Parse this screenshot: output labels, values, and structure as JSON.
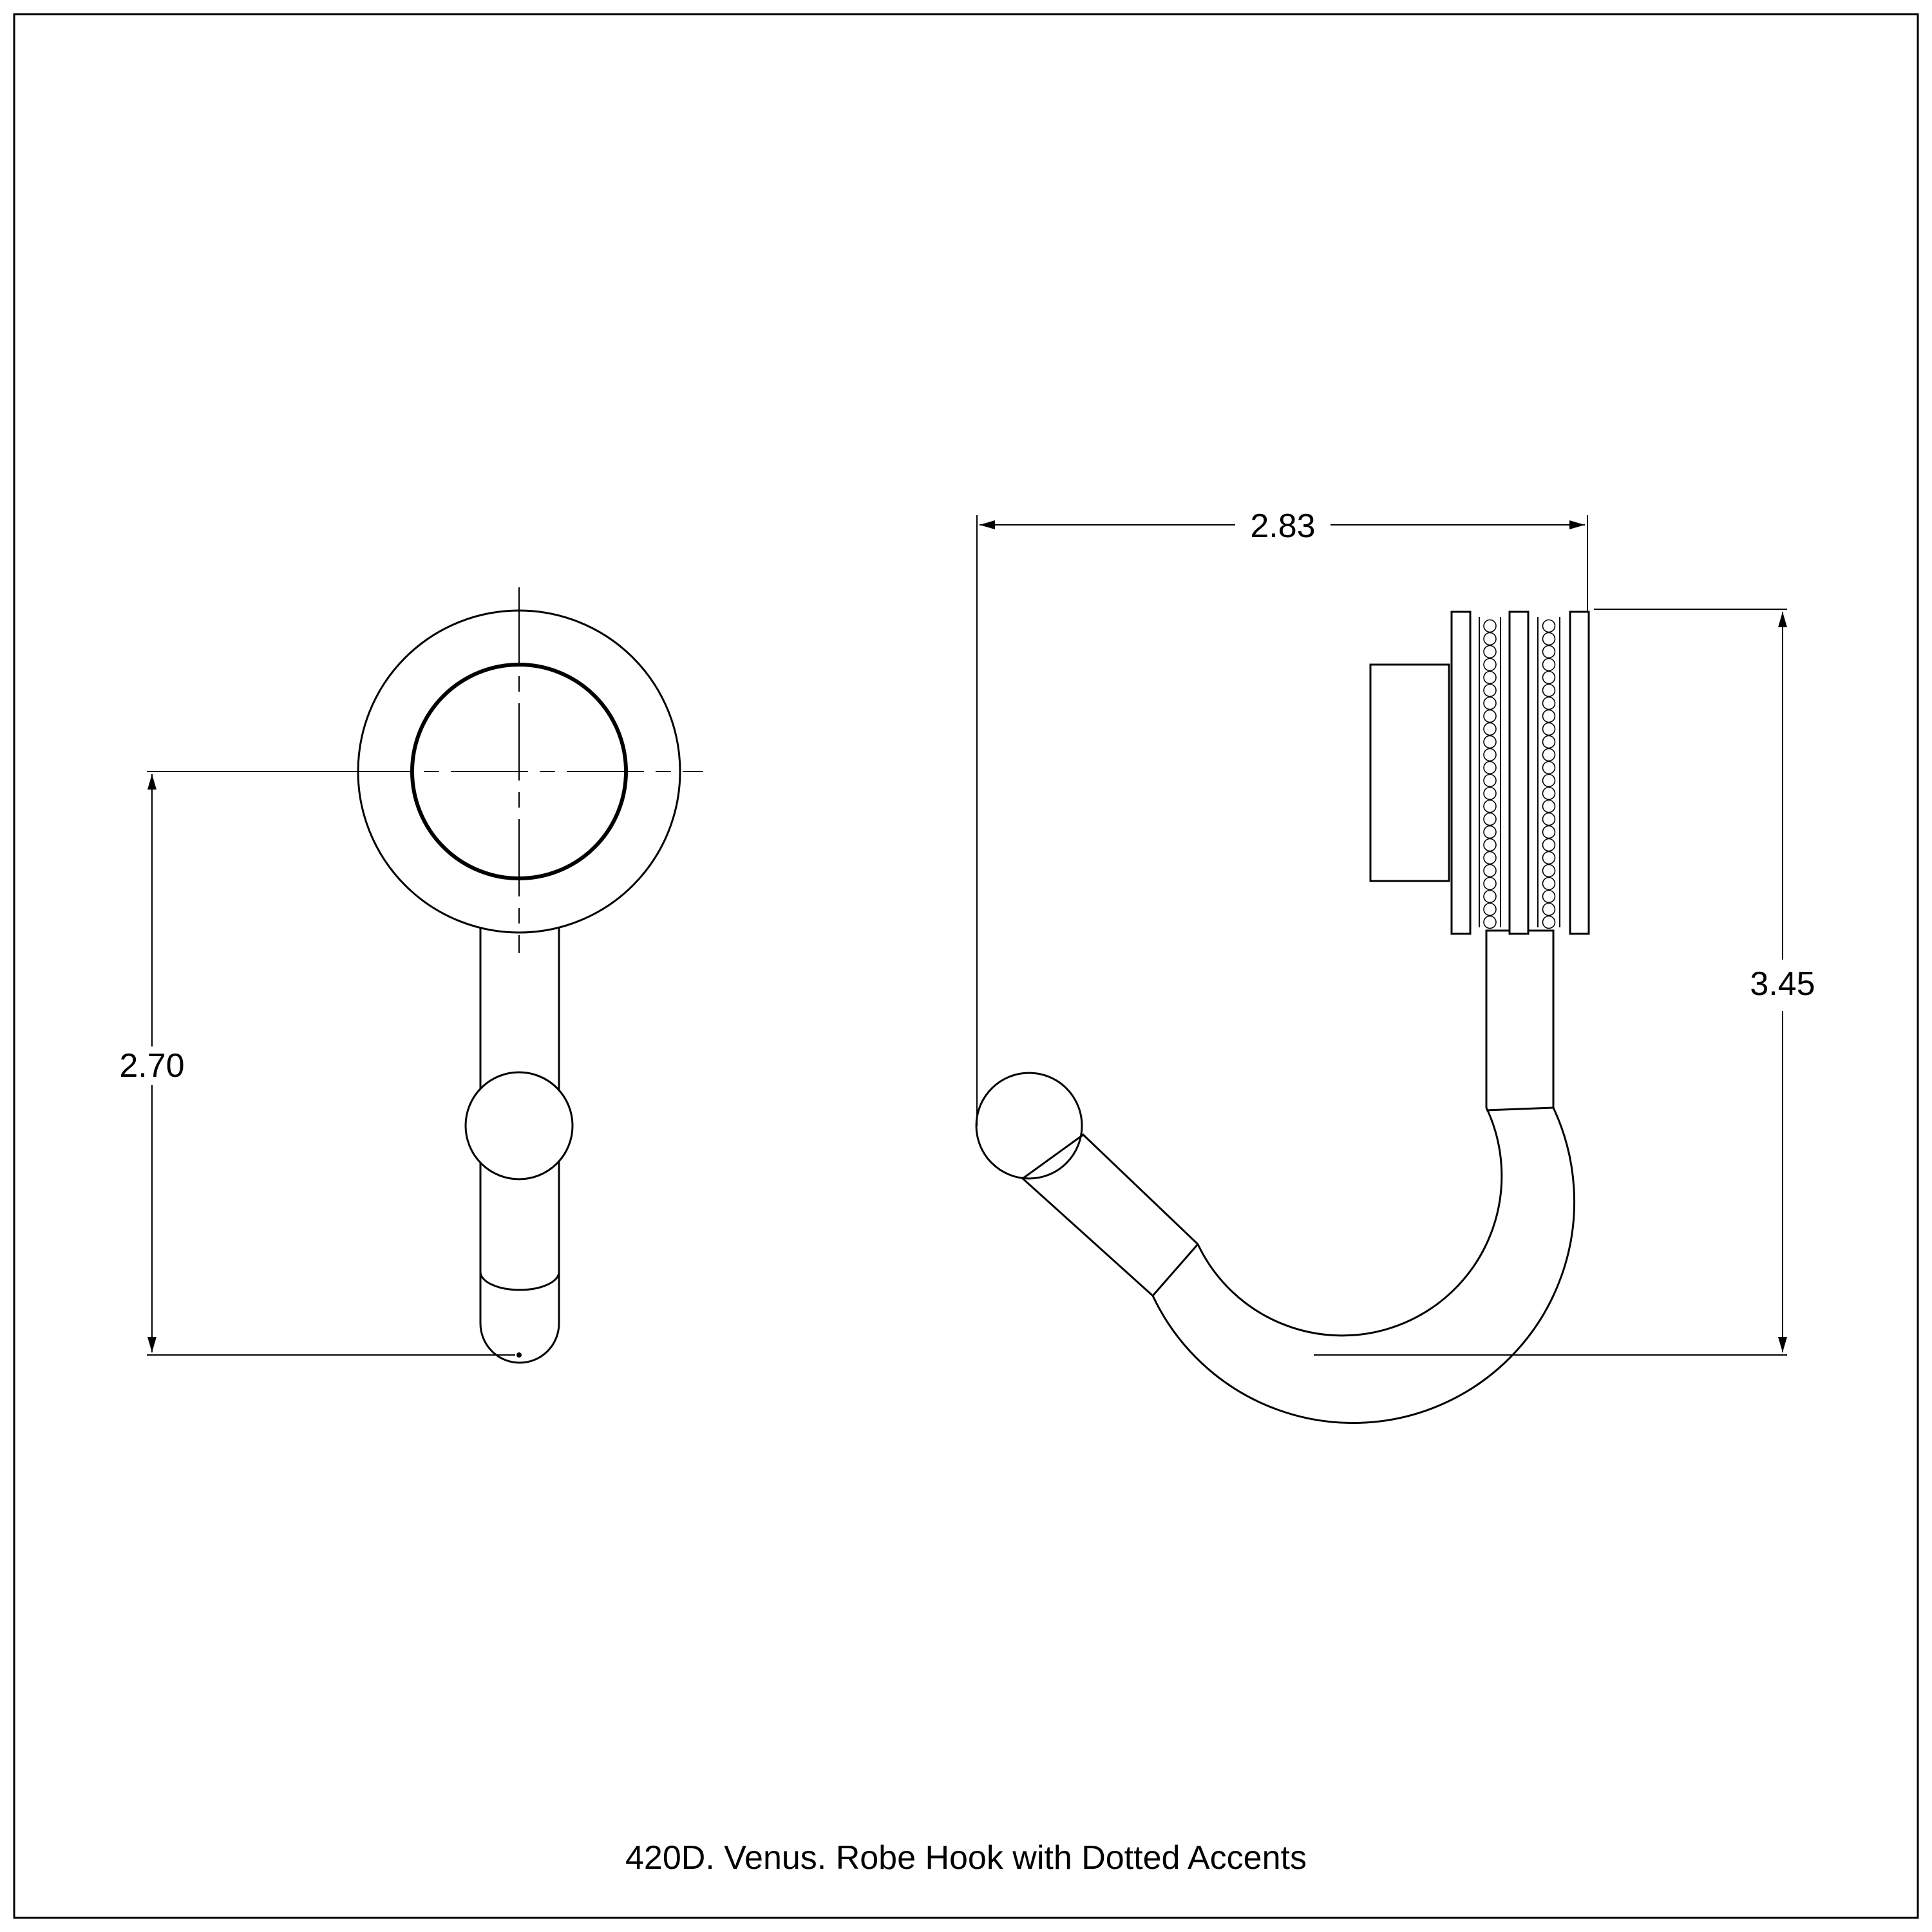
{
  "drawing": {
    "caption": "420D. Venus. Robe Hook with Dotted Accents",
    "dimensions": {
      "front_height": "2.70",
      "side_width": "2.83",
      "side_height": "3.45"
    },
    "views": [
      "front-view",
      "side-view"
    ],
    "colors": {
      "line": "#000000",
      "background": "#ffffff"
    }
  }
}
